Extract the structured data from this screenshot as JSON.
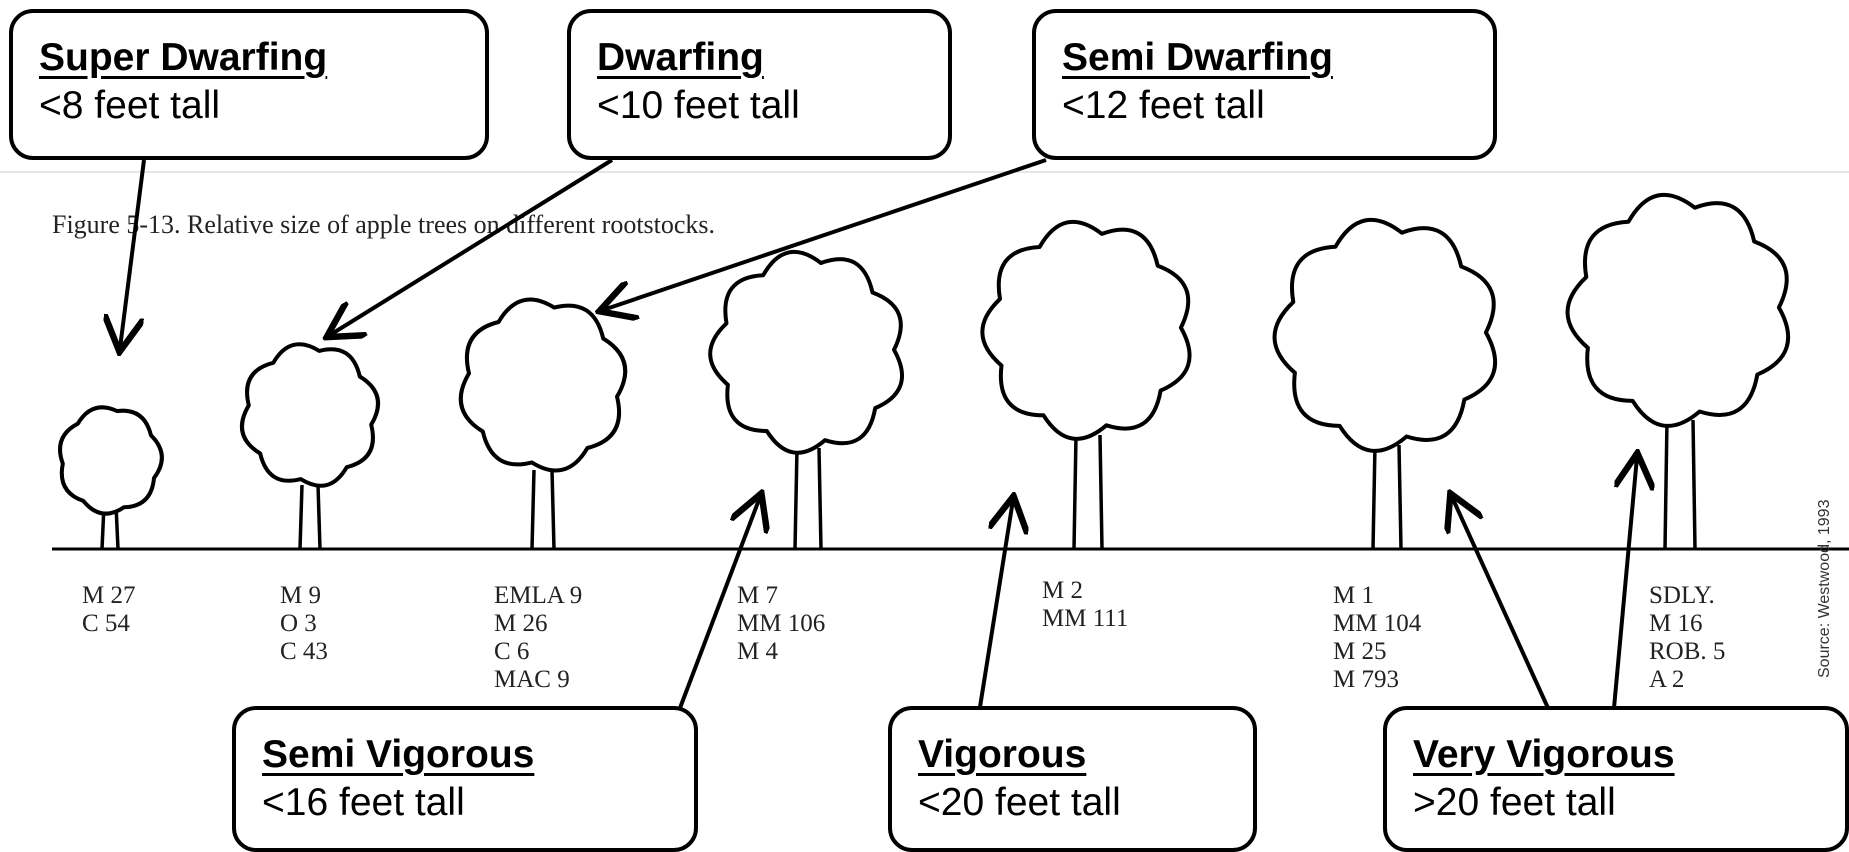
{
  "figure": {
    "caption": "Figure 5-13. Relative size of apple trees on different rootstocks.",
    "source": "Source: Westwood, 1993"
  },
  "rootstock_groups": [
    {
      "lines": [
        "M 27",
        "C 54"
      ]
    },
    {
      "lines": [
        "M 9",
        "O 3",
        "C 43"
      ]
    },
    {
      "lines": [
        "EMLA 9",
        "M 26",
        "C 6",
        "MAC 9"
      ]
    },
    {
      "lines": [
        "M 7",
        "MM 106",
        "M 4"
      ]
    },
    {
      "lines": [
        "M 2",
        "MM 111"
      ]
    },
    {
      "lines": [
        "M 1",
        "MM 104",
        "M 25",
        "M 793"
      ]
    },
    {
      "lines": [
        "SDLY.",
        "M 16",
        "ROB. 5",
        "A 2"
      ]
    }
  ],
  "categories": [
    {
      "title": "Super Dwarfing",
      "height": "<8 feet tall"
    },
    {
      "title": "Dwarfing",
      "height": "<10 feet tall"
    },
    {
      "title": "Semi Dwarfing",
      "height": "<12 feet tall"
    },
    {
      "title": "Semi Vigorous",
      "height": "<16 feet tall"
    },
    {
      "title": "Vigorous",
      "height": "<20 feet tall"
    },
    {
      "title": "Very Vigorous",
      "height": ">20 feet tall"
    }
  ]
}
